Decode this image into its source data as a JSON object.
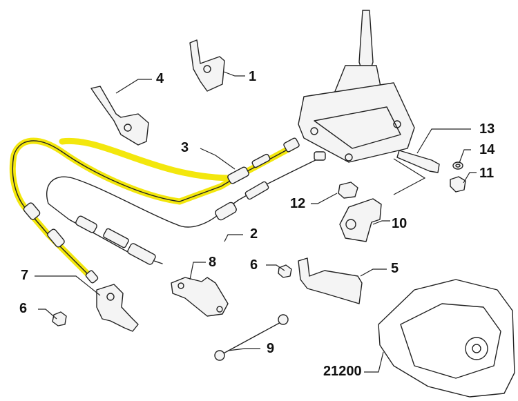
{
  "diagram": {
    "callouts": [
      {
        "id": "c1",
        "label": "1"
      },
      {
        "id": "c2",
        "label": "2"
      },
      {
        "id": "c3",
        "label": "3"
      },
      {
        "id": "c4",
        "label": "4"
      },
      {
        "id": "c5",
        "label": "5"
      },
      {
        "id": "c6a",
        "label": "6"
      },
      {
        "id": "c6b",
        "label": "6"
      },
      {
        "id": "c7",
        "label": "7"
      },
      {
        "id": "c8",
        "label": "8"
      },
      {
        "id": "c9",
        "label": "9"
      },
      {
        "id": "c10",
        "label": "10"
      },
      {
        "id": "c11",
        "label": "11"
      },
      {
        "id": "c12",
        "label": "12"
      },
      {
        "id": "c13",
        "label": "13"
      },
      {
        "id": "c14",
        "label": "14"
      },
      {
        "id": "c21200",
        "label": "21200"
      }
    ],
    "colors": {
      "highlight": "#f2e600",
      "line": "#222222",
      "background": "#ffffff"
    }
  }
}
